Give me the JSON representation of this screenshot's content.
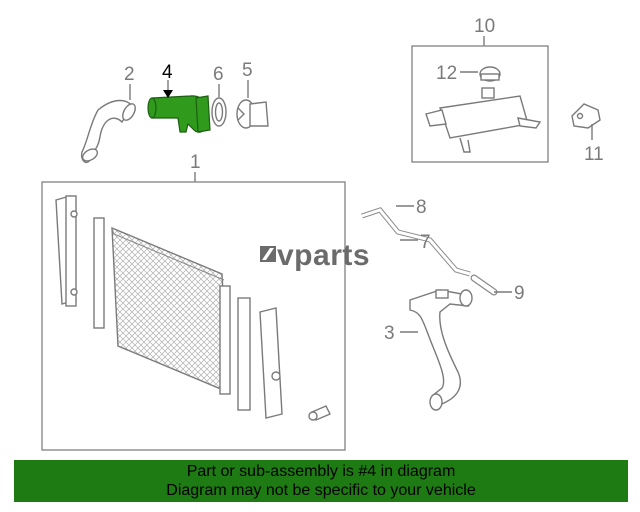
{
  "callouts": {
    "c1": "1",
    "c2": "2",
    "c3": "3",
    "c4": "4",
    "c5": "5",
    "c6": "6",
    "c7": "7",
    "c8": "8",
    "c9": "9",
    "c10": "10",
    "c11": "11",
    "c12": "12"
  },
  "highlighted_part": "4",
  "watermark": {
    "brand": "vparts"
  },
  "footer": {
    "line1": "Part or sub-assembly is #4 in diagram",
    "line2": "Diagram may not be specific to your vehicle"
  },
  "colors": {
    "highlight": "#2f9a1c",
    "banner": "#1e7a12",
    "lines": "#7a7a7a"
  }
}
